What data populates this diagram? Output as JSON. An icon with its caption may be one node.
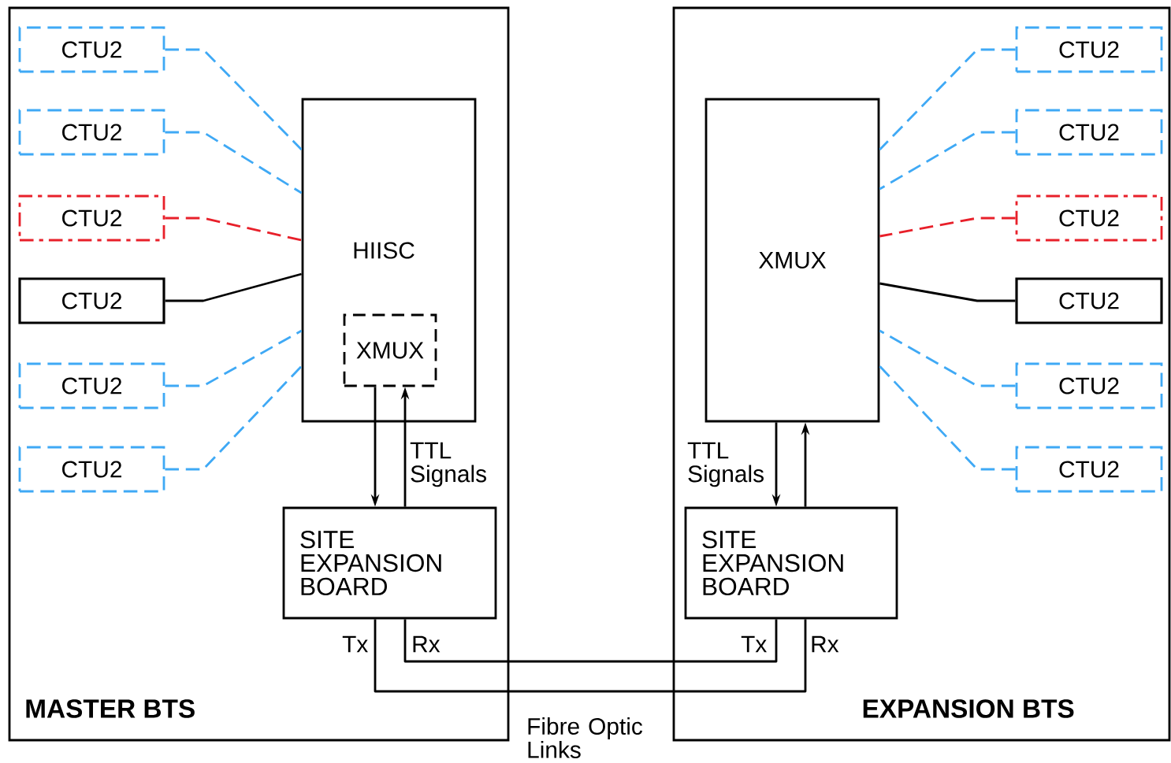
{
  "diagram": {
    "nodes": [
      {
        "text": [
          "MASTER BTS"
        ]
      },
      {
        "text": [
          "EXPANSION BTS"
        ]
      },
      {
        "text": [
          "HIISC"
        ],
        "in": 0
      },
      {
        "text": [
          "XMUX"
        ],
        "in": 2
      },
      {
        "text": [
          "SITE EXPANSION BOARD"
        ],
        "in": 0
      },
      {
        "text": [
          "CTU2"
        ],
        "in": 0
      },
      {
        "text": [
          "CTU2"
        ],
        "in": 0
      },
      {
        "text": [
          "CTU2"
        ],
        "in": 0
      },
      {
        "text": [
          "CTU2"
        ],
        "in": 0
      },
      {
        "text": [
          "CTU2"
        ],
        "in": 0
      },
      {
        "text": [
          "CTU2"
        ],
        "in": 0
      },
      {
        "text": [
          "XMUX"
        ],
        "in": 1
      },
      {
        "text": [
          "SITE EXPANSION BOARD"
        ],
        "in": 1
      },
      {
        "text": [
          "CTU2"
        ],
        "in": 1
      },
      {
        "text": [
          "CTU2"
        ],
        "in": 1
      },
      {
        "text": [
          "CTU2"
        ],
        "in": 1
      },
      {
        "text": [
          "CTU2"
        ],
        "in": 1
      },
      {
        "text": [
          "CTU2"
        ],
        "in": 1
      },
      {
        "text": [
          "CTU2"
        ],
        "in": 1
      }
    ],
    "edges": [
      {
        "from": 5,
        "to": 2,
        "arrow": "none",
        "style": "dashed",
        "color": "#3fa9f5"
      },
      {
        "from": 6,
        "to": 2,
        "arrow": "none",
        "style": "dashed",
        "color": "#3fa9f5"
      },
      {
        "from": 7,
        "to": 2,
        "arrow": "none",
        "style": "dashed",
        "color": "#e8202a"
      },
      {
        "from": 8,
        "to": 2,
        "arrow": "none",
        "color": "#000000"
      },
      {
        "from": 9,
        "to": 2,
        "arrow": "none",
        "style": "dashed",
        "color": "#3fa9f5"
      },
      {
        "from": 10,
        "to": 2,
        "arrow": "none",
        "style": "dashed",
        "color": "#3fa9f5"
      },
      {
        "from": 13,
        "to": 11,
        "arrow": "none",
        "style": "dashed",
        "color": "#3fa9f5"
      },
      {
        "from": 14,
        "to": 11,
        "arrow": "none",
        "style": "dashed",
        "color": "#3fa9f5"
      },
      {
        "from": 15,
        "to": 11,
        "arrow": "none",
        "style": "dashed",
        "color": "#e8202a"
      },
      {
        "from": 16,
        "to": 11,
        "arrow": "none",
        "color": "#000000"
      },
      {
        "from": 17,
        "to": 11,
        "arrow": "none",
        "style": "dashed",
        "color": "#3fa9f5"
      },
      {
        "from": 18,
        "to": 11,
        "arrow": "none",
        "style": "dashed",
        "color": "#3fa9f5"
      },
      {
        "from": 3,
        "to": 4,
        "arrow": "to",
        "color": "#000000"
      },
      {
        "from": 4,
        "to": 3,
        "arrow": "to",
        "color": "#000000"
      },
      {
        "from": 11,
        "to": 12,
        "arrow": "to",
        "color": "#000000"
      },
      {
        "from": 12,
        "to": 11,
        "arrow": "to",
        "color": "#000000"
      },
      {
        "from": 4,
        "to": 12,
        "arrow": "none",
        "color": "#000000"
      },
      {
        "from": 4,
        "to": 12,
        "arrow": "none",
        "color": "#000000"
      }
    ],
    "labels": [
      "TTL Signals",
      "TTL Signals",
      "Tx",
      "Rx",
      "Tx",
      "Rx",
      "Fibre Optic Links"
    ]
  }
}
